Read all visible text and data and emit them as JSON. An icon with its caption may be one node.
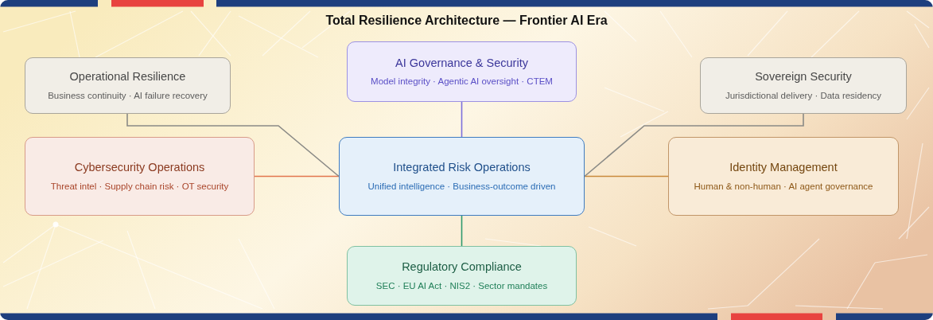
{
  "diagram": {
    "title": "Total Resilience Architecture — Frontier AI Era",
    "nodes": [
      {
        "text": [
          "Operational Resilience",
          "Business continuity · AI failure recovery"
        ]
      },
      {
        "text": [
          "AI Governance & Security",
          "Model integrity · Agentic AI oversight · CTEM"
        ]
      },
      {
        "text": [
          "Sovereign Security",
          "Jurisdictional delivery · Data residency"
        ]
      },
      {
        "text": [
          "Cybersecurity Operations",
          "Threat intel · Supply chain risk · OT security"
        ]
      },
      {
        "text": [
          "Integrated Risk Operations",
          "Unified intelligence · Business-outcome driven"
        ]
      },
      {
        "text": [
          "Identity Management",
          "Human & non-human · AI agent governance"
        ]
      },
      {
        "text": [
          "Regulatory Compliance",
          "SEC · EU AI Act · NIS2 · Sector mandates"
        ]
      }
    ],
    "edges": [
      {
        "from": 4,
        "to": 1,
        "arrow": "none",
        "color": "#7d70dc"
      },
      {
        "from": 4,
        "to": 3,
        "arrow": "none",
        "color": "#e2764e"
      },
      {
        "from": 4,
        "to": 5,
        "arrow": "none",
        "color": "#c98a3c"
      },
      {
        "from": 4,
        "to": 6,
        "arrow": "none",
        "color": "#2f9a6e"
      },
      {
        "from": 0,
        "to": 4,
        "arrow": "none",
        "color": "#8a8a86"
      },
      {
        "from": 2,
        "to": 4,
        "arrow": "none",
        "color": "#8a8a86"
      }
    ]
  }
}
